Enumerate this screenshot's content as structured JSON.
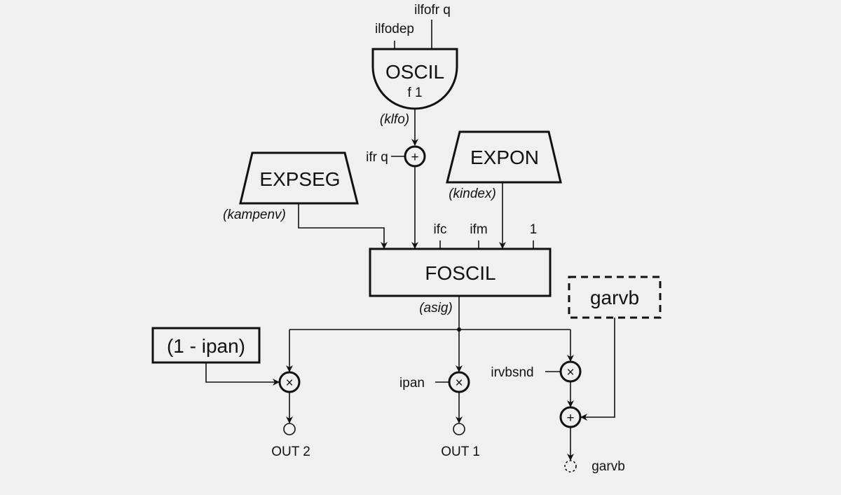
{
  "blocks": {
    "oscil": {
      "label": "OSCIL",
      "table": "f 1",
      "inputs": [
        "ilfodep",
        "ilfofr q"
      ],
      "output": "(klfo)"
    },
    "adder_lfo": {
      "symbol": "+",
      "input": "ifr q"
    },
    "expon": {
      "label": "EXPON",
      "output": "(kindex)"
    },
    "expseg": {
      "label": "EXPSEG",
      "output": "(kampenv)"
    },
    "foscil": {
      "label": "FOSCIL",
      "inputs": [
        "ifc",
        "ifm",
        "1"
      ],
      "output": "(asig)"
    },
    "one_minus_ipan": {
      "label": "(1 - ipan)"
    },
    "garvb_in": {
      "label": "garvb"
    },
    "mult_left": {
      "symbol": "×"
    },
    "mult_mid": {
      "symbol": "×",
      "input": "ipan"
    },
    "mult_right": {
      "symbol": "×",
      "input": "irvbsnd"
    },
    "adder_rvb": {
      "symbol": "+"
    },
    "outputs": [
      "OUT 2",
      "OUT 1",
      "garvb"
    ]
  }
}
